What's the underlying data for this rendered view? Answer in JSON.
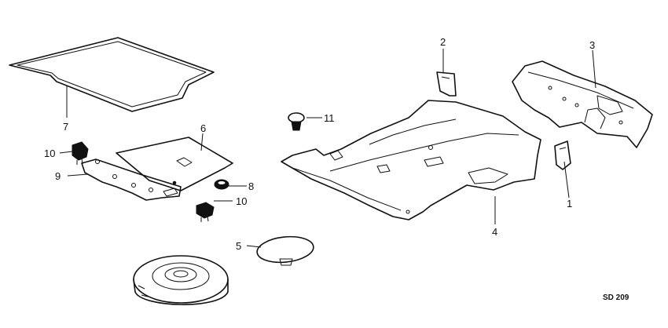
{
  "callouts": {
    "c1": "1",
    "c2": "2",
    "c3": "3",
    "c4": "4",
    "c5": "5",
    "c6": "6",
    "c7": "7",
    "c8": "8",
    "c9": "9",
    "c10a": "10",
    "c10b": "10",
    "c11": "11"
  },
  "diagram_code": "SD 209"
}
